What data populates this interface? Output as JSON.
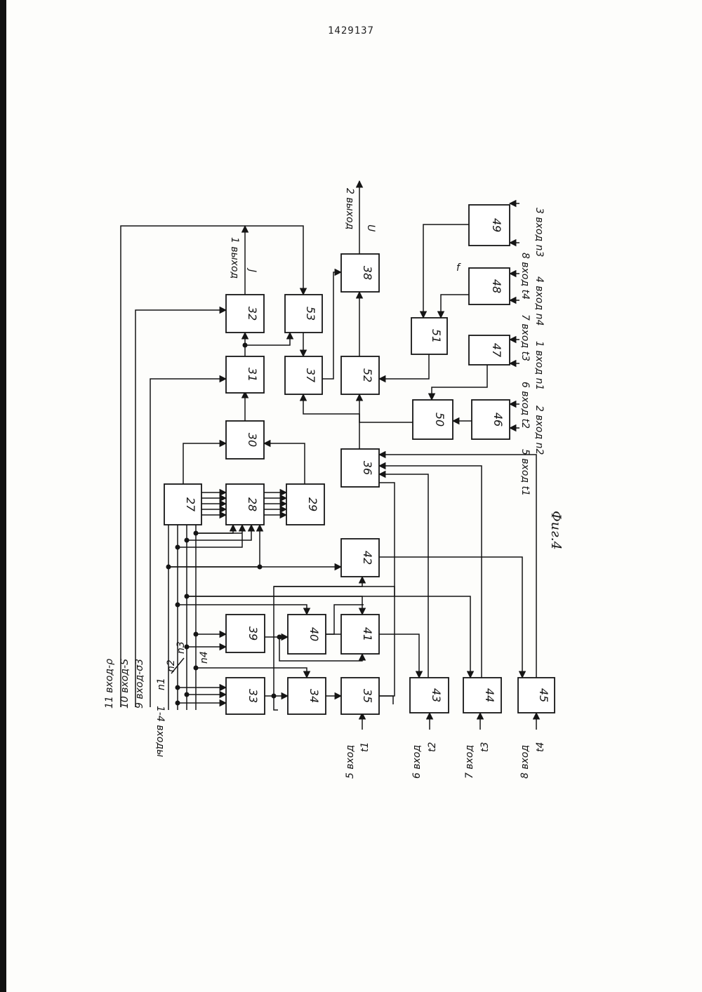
{
  "header": {
    "patent_number": "1429137"
  },
  "figure": {
    "caption": "Фиг.4"
  },
  "blocks": [
    "27",
    "28",
    "29",
    "30",
    "31",
    "32",
    "33",
    "34",
    "35",
    "36",
    "37",
    "38",
    "39",
    "40",
    "41",
    "42",
    "43",
    "44",
    "45",
    "46",
    "47",
    "48",
    "49",
    "50",
    "51",
    "52",
    "53"
  ],
  "outputs": {
    "out1": "1 выход",
    "out1_sym": "J",
    "out2": "2 выход",
    "out2_sym": "U"
  },
  "left_inputs": {
    "in11": "11 вход-ρ",
    "in10": "10 вход-S",
    "in9": "9 вход-σ3",
    "in1_4": "1-4 входы",
    "n1": "n1",
    "n2": "n2",
    "n3": "n3",
    "n4": "n4"
  },
  "bottom_inputs": {
    "in5": "5 вход",
    "t1": "t1",
    "in6": "6 вход",
    "t2": "t2",
    "in7": "7 вход",
    "t3": "t3",
    "in8": "8 вход",
    "t4": "t4"
  },
  "right_inputs": {
    "in5_t1": "5 вход t1",
    "in2_n2": "2 вход n2",
    "in6_t2": "6 вход t2",
    "in1_n1": "1 вход n1",
    "in7_t3": "7 вход t3",
    "in4_n4": "4 вход n4",
    "in8_t4": "8 вход t4",
    "in3_n3": "3 вход n3"
  },
  "stray_mark": "f"
}
